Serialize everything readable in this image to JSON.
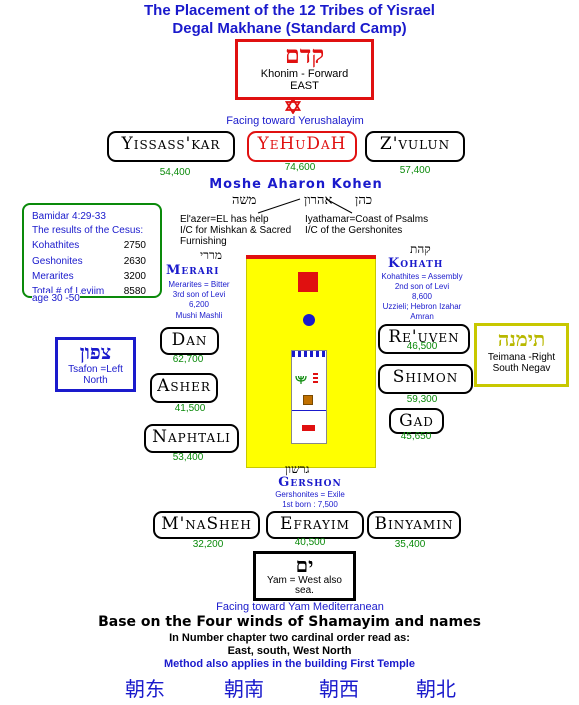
{
  "title": {
    "line1": "The Placement of the 12 Tribes of Yisrael",
    "line2": "Degal Makhane (Standard Camp)"
  },
  "east": {
    "hebrew": "קדם",
    "label": "Khonim - Forward",
    "dir": "EAST"
  },
  "west": {
    "hebrew": "ים",
    "label": "Yam = West also sea."
  },
  "north": {
    "hebrew": "צפון",
    "label": "Tsafon =Left North"
  },
  "south": {
    "hebrew": "תימנה",
    "label": "Teimana -Right South Negav"
  },
  "facing_east": "Facing toward Yerushalayim",
  "facing_west": "Facing toward Yam Mediterranean",
  "tribes": {
    "yissaskar": {
      "name": "Yissass'kar",
      "pop": "54,400"
    },
    "yehudah": {
      "name": "YeHuDaH",
      "pop": "74,600"
    },
    "zvulun": {
      "name": "Z'vulun",
      "pop": "57,400"
    },
    "dan": {
      "name": "Dan",
      "pop": "62,700"
    },
    "asher": {
      "name": "Asher",
      "pop": "41,500"
    },
    "naphtali": {
      "name": "Naphtali",
      "pop": "53,400"
    },
    "reuven": {
      "name": "Re'uven",
      "pop": "46,500"
    },
    "shimon": {
      "name": "Shimon",
      "pop": "59,300"
    },
    "gad": {
      "name": "Gad",
      "pop": "45,650"
    },
    "mnasheh": {
      "name": "M'naSheh",
      "pop": "32,200"
    },
    "efrayim": {
      "name": "Efrayim",
      "pop": "40,500"
    },
    "binyamin": {
      "name": "Binyamin",
      "pop": "35,400"
    }
  },
  "priests": {
    "heading": "Moshe  Aharon Kohen",
    "hebrew_moshe": "משה",
    "hebrew_aharon": "אהרון",
    "hebrew_kohen": "כהן",
    "elazer": "El'azer=EL has help",
    "elazer_role": "I/C for Mishkan & Sacred Furnishing",
    "iyathamar": "Iyathamar=Coast of Psalms",
    "iyathamar_role": "I/C of the Gershonites"
  },
  "levites": {
    "merari": {
      "hebrew": "מררי",
      "name": "Merari",
      "desc1": "Merarites = Bitter",
      "desc2": "3rd son of Levi",
      "count": "6,200",
      "leader": "Mushi Mashli"
    },
    "kohath": {
      "hebrew": "קהת",
      "name": "Kohath",
      "desc1": "Kohathites = Assembly",
      "desc2": "2nd son of Levi",
      "count": "8,600",
      "leader1": "Uzzieli; Hebron Izahar",
      "leader2": "Amran"
    },
    "gershon": {
      "hebrew": "גרשון",
      "name": "Gershon",
      "desc1": "Gershonites = Exile",
      "desc2": "1st born : 7,500"
    }
  },
  "census": {
    "ref": "Bamidar 4:29-33",
    "heading": "The results of the Cesus:",
    "rows": [
      {
        "label": "Kohathites",
        "value": "2750"
      },
      {
        "label": "Geshonites",
        "value": "2630"
      },
      {
        "label": "Merarites",
        "value": "3200"
      }
    ],
    "total_label": "Total # of Leviim",
    "total_value": "8580",
    "age": "age 30 -50"
  },
  "footer": {
    "line1": "Base on the Four winds of Shamayim and names",
    "line2": "In Number chapter two cardinal order read as:",
    "line3": "East, south, West North",
    "line4": "Method also applies in the building First Temple",
    "chinese": [
      "朝东",
      "朝南",
      "朝西",
      "朝北"
    ]
  },
  "colors": {
    "blue": "#1a1acc",
    "red": "#e01010",
    "green": "#0a8a0a",
    "yellow": "#ffff00",
    "olive": "#c8c800"
  },
  "icons": [
    "star-of-david-icon",
    "menorah-icon"
  ]
}
